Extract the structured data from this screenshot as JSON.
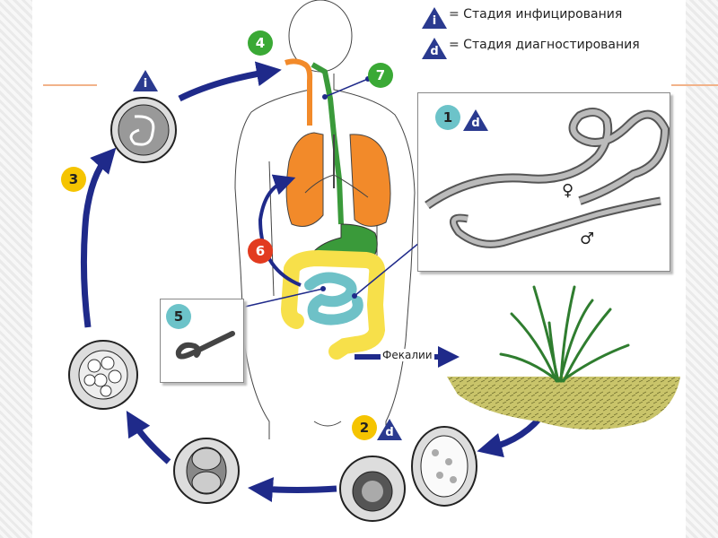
{
  "legend": {
    "infection": {
      "symbol": "i",
      "text": "= Стадия инфицирования"
    },
    "diagnosis": {
      "symbol": "d",
      "text": "= Стадия диагностирования"
    }
  },
  "stages": {
    "s1": "1",
    "s2": "2",
    "s3": "3",
    "s4": "4",
    "s5": "5",
    "s6": "6",
    "s7": "7"
  },
  "symbols": {
    "infection": "i",
    "diagnosis": "d",
    "female": "♀",
    "male": "♂"
  },
  "labels": {
    "feces": "Фекалии"
  },
  "colors": {
    "arrow": "#1f2a8a",
    "stage_green": "#3aa935",
    "stage_yellow": "#f5c400",
    "stage_red": "#e23b1f",
    "stage_cyan": "#6cc3c9",
    "triangle": "#2a3a8f",
    "lungs": "#f28a2a",
    "digestive_green": "#3a9a3a",
    "intestine_yellow": "#f7e04a",
    "small_intestine": "#6ec1c7",
    "soil": "#c9c46a",
    "grass": "#3a9a3a"
  },
  "icons": [
    "human-body",
    "worm-female",
    "worm-male",
    "larva",
    "egg",
    "grass",
    "soil"
  ]
}
